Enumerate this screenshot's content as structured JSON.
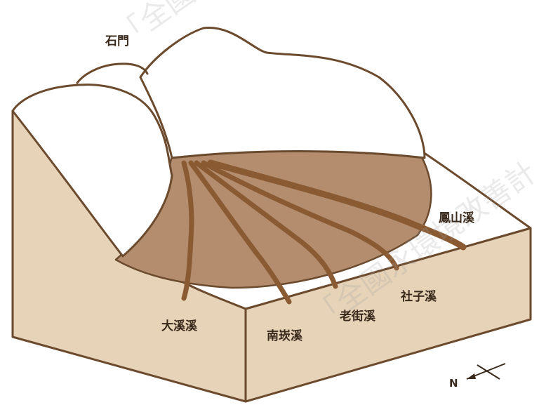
{
  "place_labels": {
    "shimen": "石門",
    "daxi": "大溪溪",
    "nantan": "南崁溪",
    "laojie": "老街溪",
    "shezi": "社子溪",
    "fengshan": "鳳山溪"
  },
  "compass": {
    "north_label": "N"
  },
  "watermark": {
    "text_top": "「全國",
    "text_right": "「全國永環境改善計",
    "text_mid": "「全國永環"
  },
  "colors": {
    "terrain_side": "#e6d3b8",
    "fan": "#b38d6e",
    "river": "#8a5a32",
    "outline": "#6b4a2e",
    "upland": "#ffffff"
  }
}
